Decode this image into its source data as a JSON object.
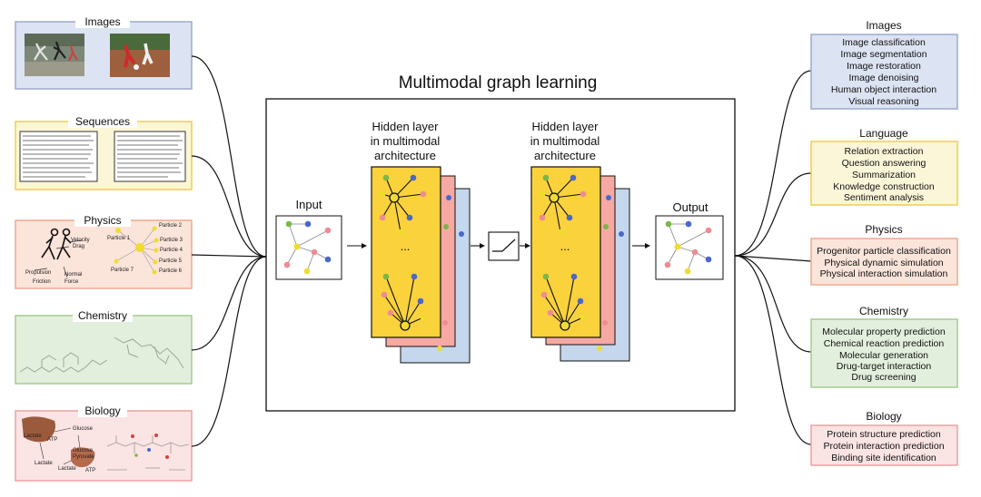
{
  "title": "Multimodal graph learning",
  "inputs": [
    {
      "label": "Images",
      "fill": "#dce3f2",
      "stroke": "#9aaccd"
    },
    {
      "label": "Sequences",
      "fill": "#fcf6d8",
      "stroke": "#f0cf48"
    },
    {
      "label": "Physics",
      "fill": "#fbe4da",
      "stroke": "#eeaa90"
    },
    {
      "label": "Chemistry",
      "fill": "#e3efdd",
      "stroke": "#a5cb92"
    },
    {
      "label": "Biology",
      "fill": "#fbe4e4",
      "stroke": "#eea0a0"
    }
  ],
  "physics_sketch": {
    "left_labels": [
      "Velocity",
      "Drag",
      "Propulsion",
      "Friction",
      "Normal",
      "Force"
    ],
    "nodes": [
      "Particle 1",
      "Particle 2",
      "Particle 3",
      "Particle 4",
      "Particle 5",
      "Particle 6",
      "Particle 7"
    ]
  },
  "biology_sketch": {
    "labels": [
      "Lactate",
      "ATP",
      "Glucose",
      "Glucose",
      "Pyruvate",
      "Lactate",
      "Lactate",
      "ATP"
    ]
  },
  "network": {
    "input_label": "Input",
    "hidden_label": [
      "Hidden layer",
      "in multimodal",
      "architecture"
    ],
    "ellipsis": "...",
    "output_label": "Output"
  },
  "outputs": [
    {
      "category": "Images",
      "fill": "#dce3f2",
      "stroke": "#9aaccd",
      "tasks": [
        "Image classification",
        "Image segmentation",
        "Image restoration",
        "Image denoising",
        "Human object interaction",
        "Visual reasoning"
      ]
    },
    {
      "category": "Language",
      "fill": "#fcf6d8",
      "stroke": "#f0cf48",
      "tasks": [
        "Relation extraction",
        "Question answering",
        "Summarization",
        "Knowledge construction",
        "Sentiment analysis"
      ]
    },
    {
      "category": "Physics",
      "fill": "#fbe4da",
      "stroke": "#eeaa90",
      "tasks": [
        "Progenitor particle classification",
        "Physical dynamic simulation",
        "Physical interaction simulation"
      ]
    },
    {
      "category": "Chemistry",
      "fill": "#e3efdd",
      "stroke": "#a5cb92",
      "tasks": [
        "Molecular property prediction",
        "Chemical reaction prediction",
        "Molecular generation",
        "Drug-target interaction",
        "Drug screening"
      ]
    },
    {
      "category": "Biology",
      "fill": "#fbe4e4",
      "stroke": "#eea0a0",
      "tasks": [
        "Protein structure prediction",
        "Protein interaction prediction",
        "Binding site identification"
      ]
    }
  ],
  "colors": {
    "layer_front": "#fad23c",
    "layer_mid": "#f6a9a3",
    "layer_back": "#c5d7ec",
    "node_green": "#7ab648",
    "node_blue": "#4a67c9",
    "node_pink": "#ef8b92",
    "node_yellow": "#f0dc2e"
  }
}
